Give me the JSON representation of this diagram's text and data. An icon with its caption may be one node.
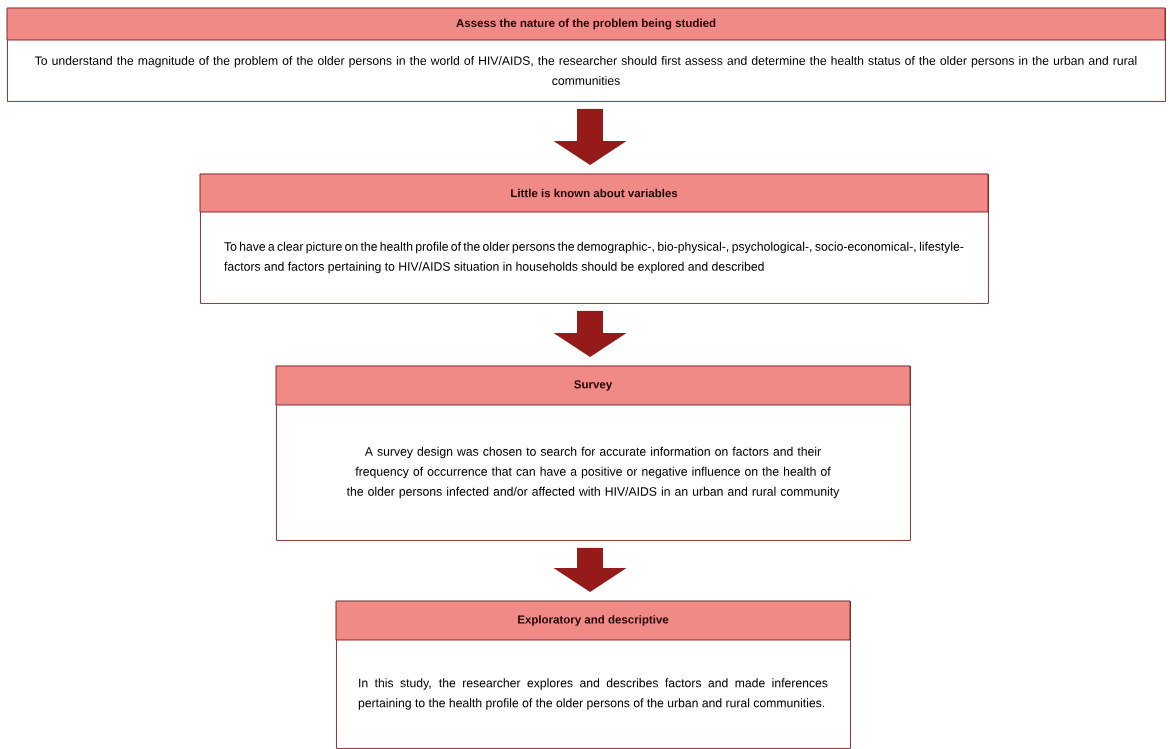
{
  "diagram": {
    "nodes": [
      {
        "text": [
          "Assess the nature of the problem being studied",
          "To understand the magnitude of the problem of the older persons in the world of HIV/AIDS, the researcher should first assess and determine the health status of the older persons in the urban and rural communities"
        ]
      },
      {
        "text": [
          "Little is known about variables",
          "To have a clear picture on the health profile of the older persons the demographic-, bio-physical-, psychological-, socio-economical-, lifestyle- factors and factors pertaining to HIV/AIDS situation in households should be explored and described"
        ]
      },
      {
        "text": [
          "Survey",
          "A survey design was chosen to search for accurate information on factors and their frequency of occurrence that can have a positive or negative influence on the health of the older persons infected and/or affected with HIV/AIDS in an urban and rural community"
        ]
      },
      {
        "text": [
          "Exploratory and descriptive",
          "In this study, the researcher explores and describes factors and made inferences pertaining to the health profile of the older persons of the urban and rural communities."
        ]
      }
    ],
    "edges": [
      {
        "from": 0,
        "to": 1,
        "arrow": "to"
      },
      {
        "from": 1,
        "to": 2,
        "arrow": "to"
      },
      {
        "from": 2,
        "to": 3,
        "arrow": "to"
      }
    ]
  }
}
